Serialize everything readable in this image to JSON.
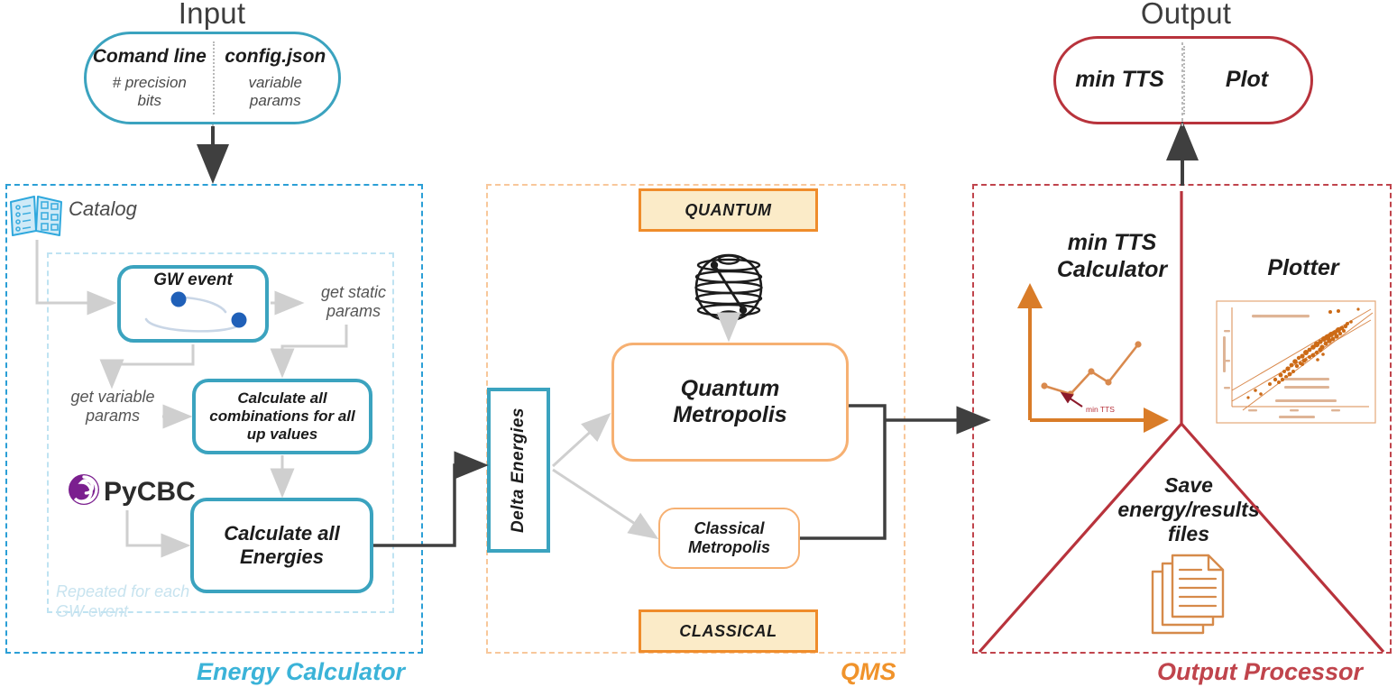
{
  "diagram": {
    "title_input": "Input",
    "title_output": "Output",
    "colors": {
      "teal": "#3ba3bf",
      "teal_light": "#9fd6e6",
      "orange": "#f0932b",
      "orange_light": "#f6b072",
      "orange_banner_fill": "#fbebc8",
      "red": "#b8333c",
      "red_panel": "#c0444c",
      "arrow_dark": "#3f3f3f",
      "arrow_light": "#cfcfcf",
      "blue_dot": "#2060b8",
      "purple": "#7b1f8f"
    }
  },
  "input_capsule": {
    "left_title": "Comand line",
    "left_sub": "# precision bits",
    "right_title": "config.json",
    "right_sub": "variable params"
  },
  "output_capsule": {
    "left_title": "min TTS",
    "right_title": "Plot"
  },
  "energy_calculator": {
    "panel_label": "Energy Calculator",
    "catalog_label": "Catalog",
    "inner_note": "Repeated for each GW event",
    "gw_event": "GW event",
    "get_static_params": "get static params",
    "get_variable_params": "get variable params",
    "calc_combinations": "Calculate all combinations for all up values",
    "calc_energies": "Calculate all Energies",
    "pycbc_label": "PyCBC"
  },
  "qms": {
    "panel_label": "QMS",
    "banner_quantum": "QUANTUM",
    "banner_classical": "CLASSICAL",
    "delta_energies": "Delta Energies",
    "quantum_metropolis": "Quantum Metropolis",
    "classical_metropolis": "Classical Metropolis",
    "qubit_icon": "bloch-sphere-icon"
  },
  "output_processor": {
    "panel_label": "Output Processor",
    "min_tts_calculator": "min TTS Calculator",
    "plotter": "Plotter",
    "save_files": "Save energy/results files",
    "min_tts_annotation": "min TTS",
    "files_icon": "documents-icon"
  },
  "chart_data": [
    {
      "type": "line",
      "title": "min TTS Calculator",
      "xlabel": "",
      "ylabel": "",
      "x": [
        0.13,
        0.26,
        0.4,
        0.54,
        0.8
      ],
      "values": [
        0.3,
        0.24,
        0.46,
        0.34,
        0.66
      ],
      "annotations": [
        "min TTS"
      ],
      "grid": false,
      "legend": "none",
      "series_color": "#d98a4e"
    },
    {
      "type": "scatter",
      "title": "Plotter",
      "xlabel": "",
      "ylabel": "",
      "grid": false,
      "legend": "none",
      "series_color": "#cc6a16",
      "note": "scatter of quantum vs classical TTS with fitted trend lines"
    }
  ]
}
